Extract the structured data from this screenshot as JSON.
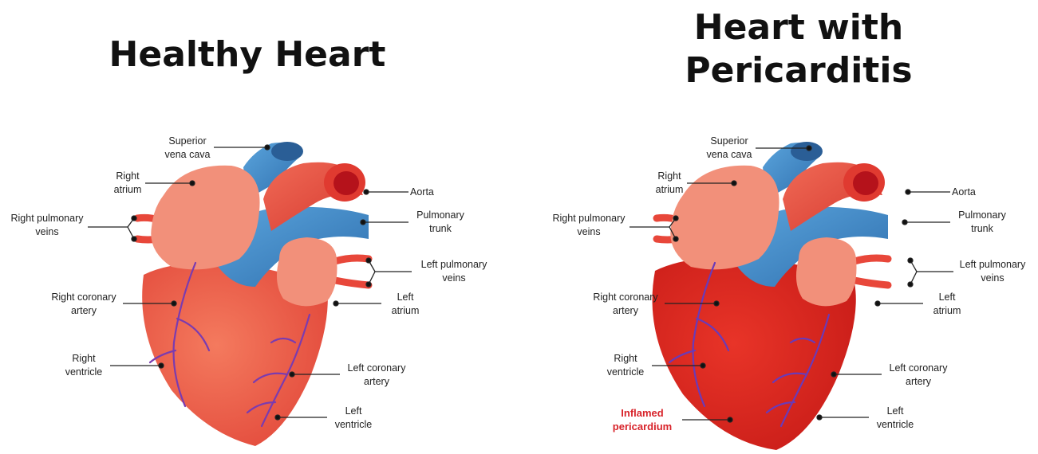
{
  "left": {
    "title": "Healthy Heart",
    "labels": {
      "svc_1": "Superior",
      "svc_2": "vena cava",
      "ra_1": "Right",
      "ra_2": "atrium",
      "rpv_1": "Right pulmonary",
      "rpv_2": "veins",
      "rca_1": "Right coronary",
      "rca_2": "artery",
      "rv_1": "Right",
      "rv_2": "ventricle",
      "aorta": "Aorta",
      "pt_1": "Pulmonary",
      "pt_2": "trunk",
      "lpv_1": "Left pulmonary",
      "lpv_2": "veins",
      "la_1": "Left",
      "la_2": "atrium",
      "lca_1": "Left coronary",
      "lca_2": "artery",
      "lv_1": "Left",
      "lv_2": "ventricle"
    }
  },
  "right": {
    "title_1": "Heart with",
    "title_2": "Pericarditis",
    "labels": {
      "svc_1": "Superior",
      "svc_2": "vena cava",
      "ra_1": "Right",
      "ra_2": "atrium",
      "rpv_1": "Right pulmonary",
      "rpv_2": "veins",
      "rca_1": "Right coronary",
      "rca_2": "artery",
      "rv_1": "Right",
      "rv_2": "ventricle",
      "aorta": "Aorta",
      "pt_1": "Pulmonary",
      "pt_2": "trunk",
      "lpv_1": "Left pulmonary",
      "lpv_2": "veins",
      "la_1": "Left",
      "la_2": "atrium",
      "lca_1": "Left coronary",
      "lca_2": "artery",
      "lv_1": "Left",
      "lv_2": "ventricle",
      "inflamed_1": "Inflamed",
      "inflamed_2": "pericardium"
    }
  },
  "colors": {
    "ventricle_healthy": "#ef5a40",
    "ventricle_inflamed": "#e02a20",
    "atrium": "#f2907a",
    "vessel_blue": "#3a86c8",
    "vessel_red": "#e8473a",
    "coronary": "#7a3bb0",
    "highlight_red": "#d8232a"
  }
}
